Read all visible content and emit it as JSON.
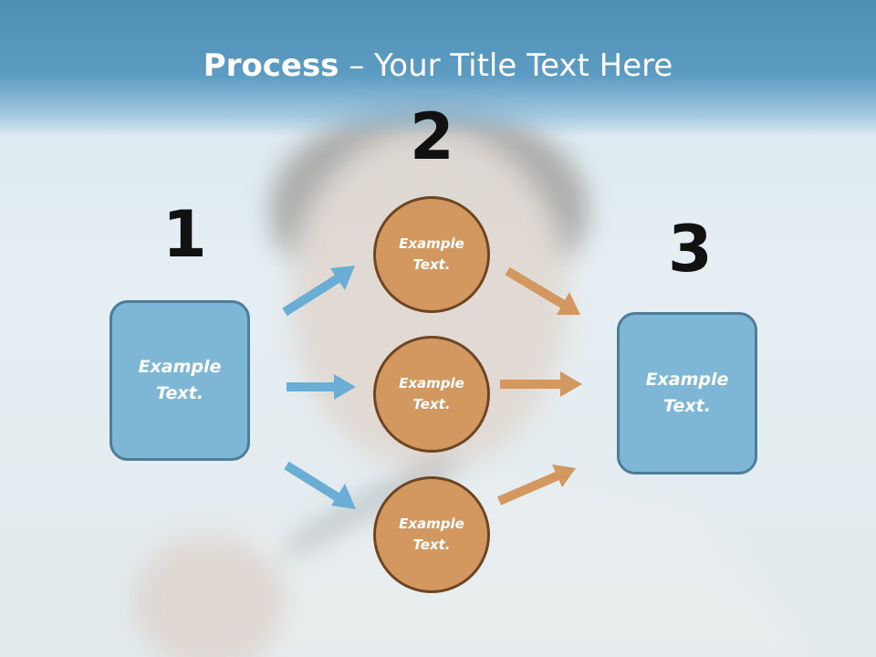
{
  "title": {
    "bold": "Process",
    "rest": " – Your Title Text Here"
  },
  "step_numbers": [
    "1",
    "2",
    "3"
  ],
  "left_box": {
    "text": "Example\nText."
  },
  "middle_circles": [
    {
      "text": "Example\nText."
    },
    {
      "text": "Example\nText."
    },
    {
      "text": "Example\nText."
    }
  ],
  "right_box": {
    "text": "Example\nText."
  },
  "colors": {
    "title_bar": "#5c9cc3",
    "box_fill": "#7eb7d6",
    "box_border": "#4d7d9a",
    "circle_fill": "#d2985f",
    "circle_border": "#6e4522",
    "arrow_blue": "#6aaed6",
    "arrow_orange": "#d2985f",
    "number_text": "#111111"
  }
}
